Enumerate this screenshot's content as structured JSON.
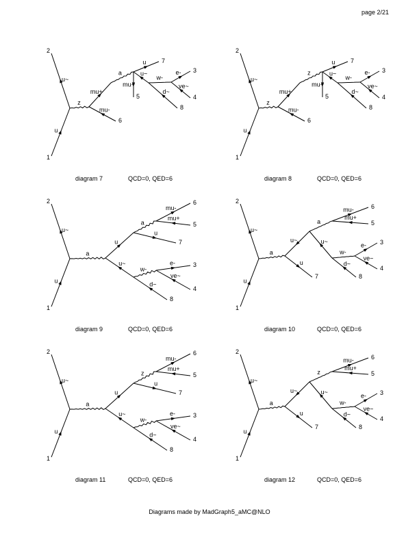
{
  "page_number": "page 2/21",
  "footer": "Diagrams made by MadGraph5_aMC@NLO",
  "diagrams": [
    {
      "name": "diagram 7",
      "order": "QCD=0, QED=6",
      "edges": [
        {
          "type": "fermion",
          "from": "1",
          "to": "v1",
          "label": "u"
        },
        {
          "type": "fermion",
          "from": "v1",
          "to": "2",
          "label": "u~"
        },
        {
          "type": "boson",
          "from": "v1",
          "to": "v2",
          "label": "z"
        },
        {
          "type": "fermion",
          "from": "6",
          "to": "v2",
          "label": "mu-"
        },
        {
          "type": "fermion",
          "from": "v2",
          "to": "v3",
          "label": "mu+"
        },
        {
          "type": "boson",
          "from": "v3",
          "to": "v4",
          "label": "a"
        },
        {
          "type": "fermion",
          "from": "v4",
          "to": "7",
          "label": "u"
        },
        {
          "type": "fermion",
          "from": "v4",
          "to": "5",
          "label": "mu+"
        },
        {
          "type": "fermion",
          "from": "v5",
          "to": "v4",
          "label": "u~"
        },
        {
          "type": "boson",
          "from": "v5",
          "to": "v6",
          "label": "w-"
        },
        {
          "type": "fermion",
          "from": "v6",
          "to": "3",
          "label": "e-"
        },
        {
          "type": "fermion",
          "from": "4",
          "to": "v6",
          "label": "ve~"
        },
        {
          "type": "fermion",
          "from": "8",
          "to": "v5",
          "label": "d~"
        }
      ],
      "external_labels": [
        "1",
        "2",
        "3",
        "4",
        "5",
        "6",
        "7",
        "8"
      ]
    },
    {
      "name": "diagram 8",
      "order": "QCD=0, QED=6",
      "edges": [
        {
          "type": "fermion",
          "from": "1",
          "to": "v1",
          "label": "u"
        },
        {
          "type": "fermion",
          "from": "v1",
          "to": "2",
          "label": "u~"
        },
        {
          "type": "boson",
          "from": "v1",
          "to": "v2",
          "label": "z"
        },
        {
          "type": "fermion",
          "from": "6",
          "to": "v2",
          "label": "mu-"
        },
        {
          "type": "fermion",
          "from": "v2",
          "to": "v3",
          "label": "mu+"
        },
        {
          "type": "boson",
          "from": "v3",
          "to": "v4",
          "label": "z"
        },
        {
          "type": "fermion",
          "from": "v4",
          "to": "7",
          "label": "u"
        },
        {
          "type": "fermion",
          "from": "v4",
          "to": "5",
          "label": "mu+"
        },
        {
          "type": "fermion",
          "from": "v5",
          "to": "v4",
          "label": "u~"
        },
        {
          "type": "boson",
          "from": "v5",
          "to": "v6",
          "label": "w-"
        },
        {
          "type": "fermion",
          "from": "v6",
          "to": "3",
          "label": "e-"
        },
        {
          "type": "fermion",
          "from": "4",
          "to": "v6",
          "label": "ve~"
        },
        {
          "type": "fermion",
          "from": "8",
          "to": "v5",
          "label": "d~"
        }
      ],
      "external_labels": [
        "1",
        "2",
        "3",
        "4",
        "5",
        "6",
        "7",
        "8"
      ]
    },
    {
      "name": "diagram 9",
      "order": "QCD=0, QED=6",
      "edges": [
        {
          "type": "fermion",
          "from": "1",
          "to": "v1",
          "label": "u"
        },
        {
          "type": "fermion",
          "from": "v1",
          "to": "2",
          "label": "u~"
        },
        {
          "type": "boson",
          "from": "v1",
          "to": "v2",
          "label": "a"
        },
        {
          "type": "fermion",
          "from": "v2",
          "to": "v3",
          "label": "u"
        },
        {
          "type": "boson",
          "from": "v3",
          "to": "v4",
          "label": "a"
        },
        {
          "type": "fermion",
          "from": "v4",
          "to": "6",
          "label": "mu-"
        },
        {
          "type": "fermion",
          "from": "5",
          "to": "v4",
          "label": "mu+"
        },
        {
          "type": "fermion",
          "from": "v3",
          "to": "7",
          "label": "u"
        },
        {
          "type": "fermion",
          "from": "v5",
          "to": "v2",
          "label": "u~"
        },
        {
          "type": "boson",
          "from": "v5",
          "to": "v6",
          "label": "w-"
        },
        {
          "type": "fermion",
          "from": "v6",
          "to": "3",
          "label": "e-"
        },
        {
          "type": "fermion",
          "from": "4",
          "to": "v6",
          "label": "ve~"
        },
        {
          "type": "fermion",
          "from": "8",
          "to": "v5",
          "label": "d~"
        }
      ],
      "external_labels": [
        "1",
        "2",
        "3",
        "4",
        "5",
        "6",
        "7",
        "8"
      ]
    },
    {
      "name": "diagram 10",
      "order": "QCD=0, QED=6",
      "edges": [
        {
          "type": "fermion",
          "from": "1",
          "to": "v1",
          "label": "u"
        },
        {
          "type": "fermion",
          "from": "v1",
          "to": "2",
          "label": "u~"
        },
        {
          "type": "boson",
          "from": "v1",
          "to": "v2",
          "label": "a"
        },
        {
          "type": "fermion",
          "from": "v3",
          "to": "v2",
          "label": "u~"
        },
        {
          "type": "fermion",
          "from": "v2",
          "to": "7",
          "label": "u"
        },
        {
          "type": "boson",
          "from": "v3",
          "to": "v4",
          "label": "a"
        },
        {
          "type": "fermion",
          "from": "v4",
          "to": "6",
          "label": "mu-"
        },
        {
          "type": "fermion",
          "from": "5",
          "to": "v4",
          "label": "mu+"
        },
        {
          "type": "fermion",
          "from": "v5",
          "to": "v3",
          "label": "u~"
        },
        {
          "type": "boson",
          "from": "v5",
          "to": "v6",
          "label": "w-"
        },
        {
          "type": "fermion",
          "from": "v6",
          "to": "3",
          "label": "e-"
        },
        {
          "type": "fermion",
          "from": "4",
          "to": "v6",
          "label": "ve~"
        },
        {
          "type": "fermion",
          "from": "8",
          "to": "v5",
          "label": "d~"
        }
      ],
      "external_labels": [
        "1",
        "2",
        "3",
        "4",
        "5",
        "6",
        "7",
        "8"
      ]
    },
    {
      "name": "diagram 11",
      "order": "QCD=0, QED=6",
      "edges": [
        {
          "type": "fermion",
          "from": "1",
          "to": "v1",
          "label": "u"
        },
        {
          "type": "fermion",
          "from": "v1",
          "to": "2",
          "label": "u~"
        },
        {
          "type": "boson",
          "from": "v1",
          "to": "v2",
          "label": "a"
        },
        {
          "type": "fermion",
          "from": "v2",
          "to": "v3",
          "label": "u"
        },
        {
          "type": "boson",
          "from": "v3",
          "to": "v4",
          "label": "z"
        },
        {
          "type": "fermion",
          "from": "v4",
          "to": "6",
          "label": "mu-"
        },
        {
          "type": "fermion",
          "from": "5",
          "to": "v4",
          "label": "mu+"
        },
        {
          "type": "fermion",
          "from": "v3",
          "to": "7",
          "label": "u"
        },
        {
          "type": "fermion",
          "from": "v5",
          "to": "v2",
          "label": "u~"
        },
        {
          "type": "boson",
          "from": "v5",
          "to": "v6",
          "label": "w-"
        },
        {
          "type": "fermion",
          "from": "v6",
          "to": "3",
          "label": "e-"
        },
        {
          "type": "fermion",
          "from": "4",
          "to": "v6",
          "label": "ve~"
        },
        {
          "type": "fermion",
          "from": "8",
          "to": "v5",
          "label": "d~"
        }
      ],
      "external_labels": [
        "1",
        "2",
        "3",
        "4",
        "5",
        "6",
        "7",
        "8"
      ]
    },
    {
      "name": "diagram 12",
      "order": "QCD=0, QED=6",
      "edges": [
        {
          "type": "fermion",
          "from": "1",
          "to": "v1",
          "label": "u"
        },
        {
          "type": "fermion",
          "from": "v1",
          "to": "2",
          "label": "u~"
        },
        {
          "type": "boson",
          "from": "v1",
          "to": "v2",
          "label": "a"
        },
        {
          "type": "fermion",
          "from": "v3",
          "to": "v2",
          "label": "u~"
        },
        {
          "type": "fermion",
          "from": "v2",
          "to": "7",
          "label": "u"
        },
        {
          "type": "boson",
          "from": "v3",
          "to": "v4",
          "label": "z"
        },
        {
          "type": "fermion",
          "from": "v4",
          "to": "6",
          "label": "mu-"
        },
        {
          "type": "fermion",
          "from": "5",
          "to": "v4",
          "label": "mu+"
        },
        {
          "type": "fermion",
          "from": "v5",
          "to": "v3",
          "label": "u~"
        },
        {
          "type": "boson",
          "from": "v5",
          "to": "v6",
          "label": "w-"
        },
        {
          "type": "fermion",
          "from": "v6",
          "to": "3",
          "label": "e-"
        },
        {
          "type": "fermion",
          "from": "4",
          "to": "v6",
          "label": "ve~"
        },
        {
          "type": "fermion",
          "from": "8",
          "to": "v5",
          "label": "d~"
        }
      ],
      "external_labels": [
        "1",
        "2",
        "3",
        "4",
        "5",
        "6",
        "7",
        "8"
      ]
    }
  ]
}
